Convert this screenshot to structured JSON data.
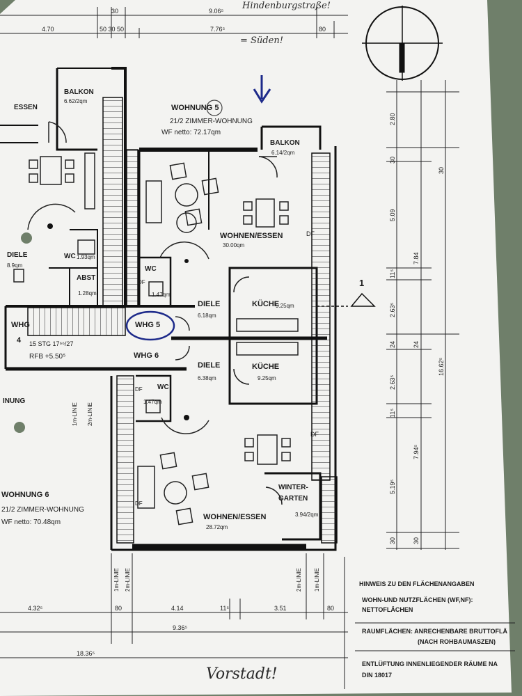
{
  "dimensions": {
    "top_30": "30",
    "top_9065": "9.06⁵",
    "top_470": "4.70",
    "top_503050": "50  30  50",
    "top_7765": "7.76⁵",
    "top_80": "80",
    "right_280": "2.80",
    "right_30": "30",
    "right_509": "5.09",
    "right_115": "11⁵",
    "right_2635": "2.63⁵",
    "right_24": "24",
    "right_5195": "5.19⁵",
    "right_784": "7.84",
    "right_7945": "7.94⁵",
    "right_16625": "16.62⁵",
    "bottom_4325": "4.32⁵",
    "bottom_80": "80",
    "bottom_414": "4.14",
    "bottom_115": "11⁵",
    "bottom_351": "3.51",
    "bottom_9365": "9.36⁵",
    "bottom_18365": "18.36⁵"
  },
  "handwriting": {
    "street": "Hindenburgstraße!",
    "south": "= Süden!",
    "vorstadt": "Vorstadt!"
  },
  "apartment5": {
    "title": "WOHNUNG 5",
    "type": "21/2 ZIMMER-WOHNUNG",
    "area": "WF netto: 72.17qm"
  },
  "apartment6": {
    "title": "WOHNUNG 6",
    "type": "21/2 ZIMMER-WOHNUNG",
    "area": "WF netto: 70.48qm"
  },
  "rooms": {
    "balkon_left": {
      "name": "BALKON",
      "area": "6.62/2qm"
    },
    "essen": {
      "name": "ESSEN"
    },
    "balkon_right": {
      "name": "BALKON",
      "area": "6.14/2qm"
    },
    "wohnen5": {
      "name": "WOHNEN/ESSEN",
      "area": "30.00qm"
    },
    "diele_left": {
      "name": "DIELE",
      "area": "8.9qm"
    },
    "wc_left": {
      "name": "WC",
      "area": "1.93qm"
    },
    "abst": {
      "name": "ABST",
      "area": "1.28qm"
    },
    "wc5": {
      "name": "WC",
      "area": "1.47qm"
    },
    "diele5": {
      "name": "DIELE",
      "area": "6.18qm"
    },
    "kueche5": {
      "name": "KÜCHE",
      "area": "9.25qm"
    },
    "diele6": {
      "name": "DIELE",
      "area": "6.38qm"
    },
    "kueche6": {
      "name": "KÜCHE",
      "area": "9.25qm"
    },
    "wc6": {
      "name": "WC",
      "area": "1.47qm"
    },
    "wintergarten": {
      "name_a": "WINTER-",
      "name_b": "GARTEN",
      "area": "3.94/2qm"
    },
    "wohnen6": {
      "name": "WOHNEN/ESSEN",
      "area": "28.72qm"
    }
  },
  "labels": {
    "df": "DF",
    "section_number": "1",
    "whg4_a": "WHG",
    "whg4_b": "4",
    "stair_info": "15 STG 17⁶⁶/27",
    "rfb": "RFB +5.50⁵",
    "whg5": "WHG 5",
    "whg6": "WHG 6",
    "inung": "INUNG",
    "linie_1m": "1m-LINIE",
    "linie_2m": "2m-LINIE"
  },
  "notes": {
    "heading": "HINWEIS ZU DEN FLÄCHENANGABEN",
    "line1": "WOHN-UND NUTZFLÄCHEN  (WF,NF):",
    "line2": "NETTOFLÄCHEN",
    "line3": "RAUMFLÄCHEN: ANRECHENBARE BRUTTOFLÄ",
    "line4": "(NACH ROHBAUMASZEN)",
    "line5": "ENTLÜFTUNG INNENLIEGENDER RÄUME NA",
    "line6": "DIN 18017"
  }
}
